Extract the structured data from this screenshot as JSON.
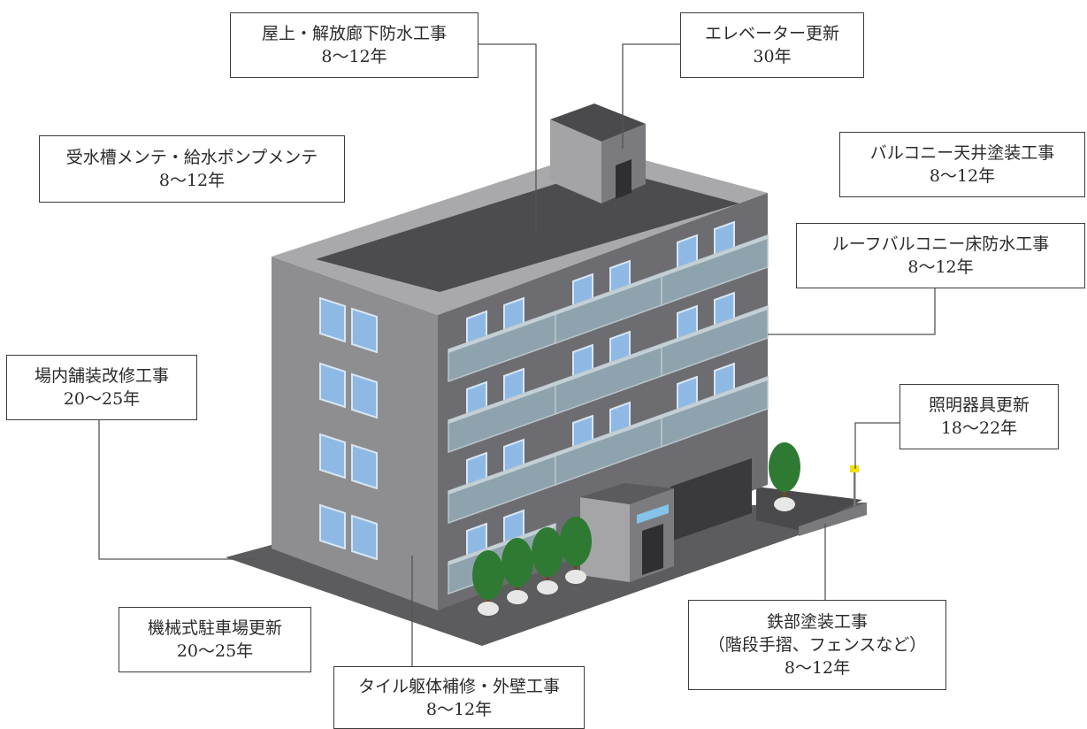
{
  "colors": {
    "ground": "#5a5a5a",
    "parapet": "#a7a7a9",
    "roof": "#4d4d4f",
    "facade_left": "#8d8d90",
    "facade_front": "#6c6c70",
    "balcony": "#8ea2ad",
    "window": "#8fb8e4",
    "tree": "#2f7a32",
    "leader_line": "#555555",
    "lamp": "#f1e200"
  },
  "labels": [
    {
      "id": "rooftop",
      "title": "屋上・解放廊下防水工事",
      "years": "8〜12年"
    },
    {
      "id": "elevator",
      "title": "エレベーター更新",
      "years": "30年"
    },
    {
      "id": "water_tank",
      "title": "受水槽メンテ・給水ポンプメンテ",
      "years": "8〜12年"
    },
    {
      "id": "balcony_ceiling",
      "title": "バルコニー天井塗装工事",
      "years": "8〜12年"
    },
    {
      "id": "roof_balcony",
      "title": "ルーフバルコニー床防水工事",
      "years": "8〜12年"
    },
    {
      "id": "paving",
      "title": "場内舗装改修工事",
      "years": "20〜25年"
    },
    {
      "id": "lighting",
      "title": "照明器具更新",
      "years": "18〜22年"
    },
    {
      "id": "parking",
      "title": "機械式駐車場更新",
      "years": "20〜25年"
    },
    {
      "id": "steel",
      "title": "鉄部塗装工事",
      "subtitle": "（階段手摺、フェンスなど）",
      "years": "8〜12年"
    },
    {
      "id": "tile",
      "title": "タイル躯体補修・外壁工事",
      "years": "8〜12年"
    }
  ]
}
